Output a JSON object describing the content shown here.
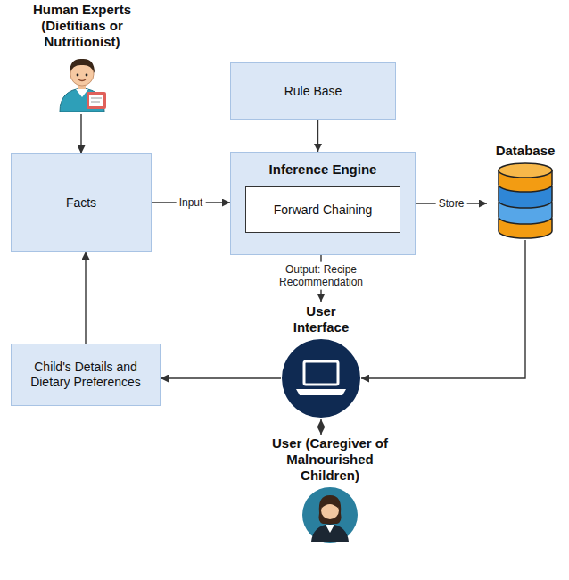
{
  "diagram": {
    "nodes": [
      {
        "text": [
          "Human Experts (Dietitians or Nutritionist)"
        ]
      },
      {
        "text": [
          "Rule Base"
        ]
      },
      {
        "text": [
          "Facts"
        ]
      },
      {
        "text": [
          "Inference Engine"
        ]
      },
      {
        "text": [
          "Forward Chaining"
        ],
        "in": 3
      },
      {
        "text": [
          "Database"
        ]
      },
      {
        "text": [
          "User Interface"
        ]
      },
      {
        "text": [
          "Child's Details and Dietary Preferences"
        ]
      },
      {
        "text": [
          "User (Caregiver of Malnourished Children)"
        ]
      }
    ],
    "edges": [
      {
        "from": 0,
        "to": 2,
        "arrow": "to"
      },
      {
        "from": 1,
        "to": 3,
        "arrow": "to"
      },
      {
        "from": 2,
        "to": 3,
        "label": "Input",
        "arrow": "to"
      },
      {
        "from": 3,
        "to": 5,
        "label": "Store",
        "arrow": "to"
      },
      {
        "from": 3,
        "to": 6,
        "label": "Output: Recipe Recommendation",
        "arrow": "to"
      },
      {
        "from": 5,
        "to": 6,
        "arrow": "to"
      },
      {
        "from": 6,
        "to": 7,
        "arrow": "to"
      },
      {
        "from": 7,
        "to": 2,
        "arrow": "to"
      },
      {
        "from": 6,
        "to": 8,
        "arrow": "both"
      }
    ]
  }
}
